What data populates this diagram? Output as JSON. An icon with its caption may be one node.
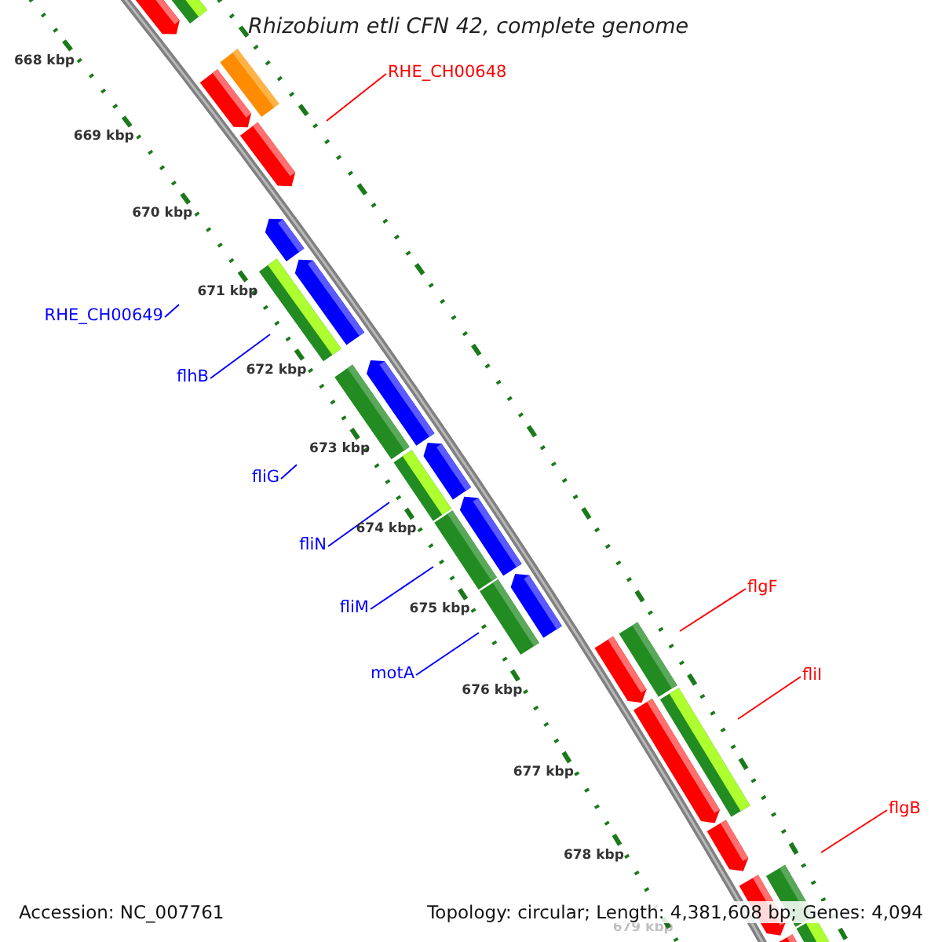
{
  "diagram": {
    "title": "Rhizobium etli CFN 42, complete genome",
    "nodes": [
      {
        "text": [
          "RHE_CH00648"
        ]
      },
      {
        "text": [
          "RHE_CH00649"
        ]
      },
      {
        "text": [
          "flhB"
        ]
      },
      {
        "text": [
          "fliG"
        ]
      },
      {
        "text": [
          "fliN"
        ]
      },
      {
        "text": [
          "flgF"
        ]
      },
      {
        "text": [
          "fliM"
        ]
      },
      {
        "text": [
          "motA"
        ]
      },
      {
        "text": [
          "fliI"
        ]
      },
      {
        "text": [
          "flgB"
        ]
      }
    ],
    "edges": [
      {
        "from": 0,
        "to": null,
        "arrow": "none",
        "color": "#ff0000"
      },
      {
        "from": 1,
        "to": null,
        "arrow": "none"
      },
      {
        "from": 2,
        "to": null,
        "arrow": "none"
      },
      {
        "from": 3,
        "to": null,
        "arrow": "none"
      },
      {
        "from": 4,
        "to": null,
        "arrow": "none"
      },
      {
        "from": 5,
        "to": null,
        "arrow": "none",
        "color": "#ff0000"
      },
      {
        "from": 6,
        "to": null,
        "arrow": "none"
      },
      {
        "from": 7,
        "to": null,
        "arrow": "none"
      },
      {
        "from": 8,
        "to": null,
        "arrow": "none",
        "color": "#ff0000"
      },
      {
        "from": 9,
        "to": null,
        "arrow": "none",
        "color": "#ff0000"
      }
    ],
    "labels": [
      "668 kbp",
      "669 kbp",
      "670 kbp",
      "671 kbp",
      "672 kbp",
      "673 kbp",
      "674 kbp",
      "675 kbp",
      "676 kbp",
      "677 kbp",
      "678 kbp",
      "679 kbp",
      "Accession: NC_007761",
      "Topology: circular; Length: 4,381,608 bp; Genes: 4,094"
    ]
  }
}
